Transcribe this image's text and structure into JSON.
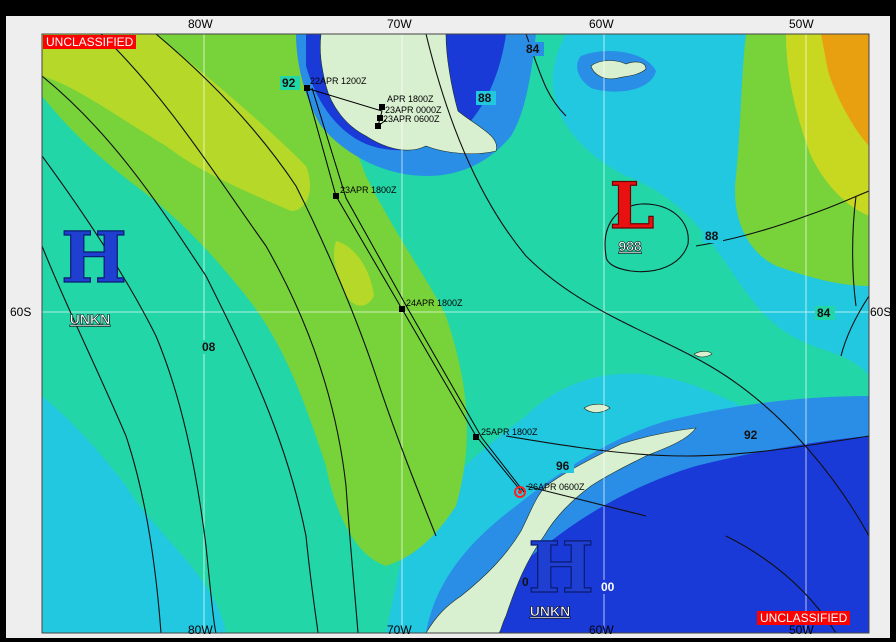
{
  "classification": "UNCLASSIFIED",
  "longitude_labels": [
    "80W",
    "70W",
    "60W",
    "50W"
  ],
  "latitude_labels": [
    "60S",
    "60S"
  ],
  "pressure_centers": [
    {
      "symbol": "H",
      "label": "UNKN",
      "color": "#1f3fd0"
    },
    {
      "symbol": "L",
      "label": "988",
      "color": "#e81010"
    },
    {
      "symbol": "H",
      "label": "UNKN",
      "color": "#1f3fd0"
    }
  ],
  "isobar_labels": [
    "92",
    "84",
    "88",
    "88",
    "84",
    "08",
    "92",
    "96",
    "00",
    "0"
  ],
  "track_points": [
    {
      "label": "22APR 1200Z"
    },
    {
      "label": "APR 1800Z"
    },
    {
      "label": "23APR 0000Z"
    },
    {
      "label": "23APR 0600Z"
    },
    {
      "label": "23APR 1800Z"
    },
    {
      "label": "24APR 1800Z"
    },
    {
      "label": "25APR 1800Z"
    },
    {
      "label": "26APR 0600Z"
    }
  ],
  "colors": {
    "deep_blue": "#1a3ad8",
    "mid_blue": "#2a8ee6",
    "cyan": "#22c8e0",
    "teal_green": "#22d6a8",
    "green": "#78d23a",
    "yellow_green": "#b6d828",
    "orange": "#e8a010",
    "land": "#d8f0d0"
  }
}
